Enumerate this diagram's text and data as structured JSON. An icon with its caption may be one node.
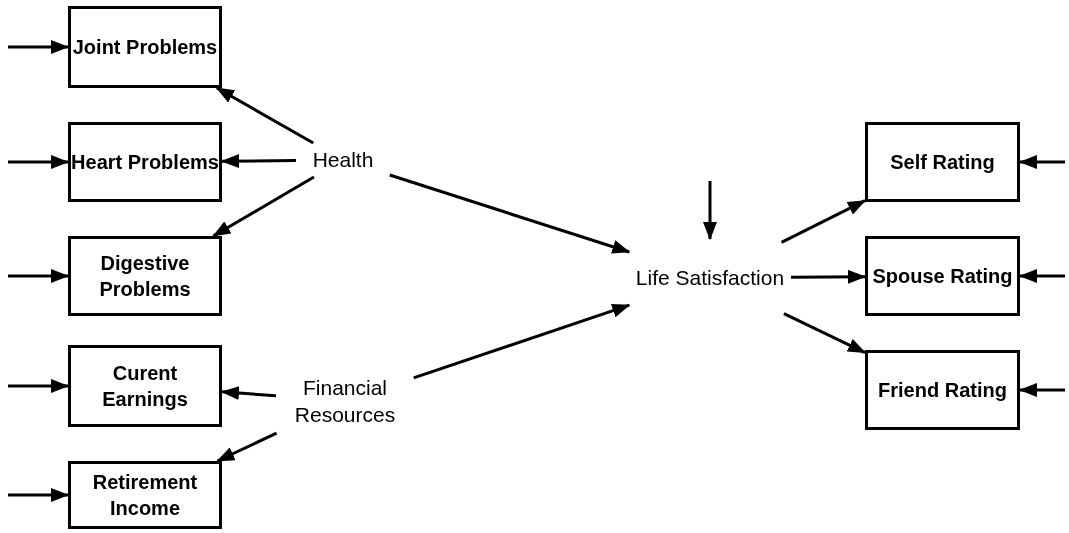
{
  "diagram": {
    "nodes": [
      {
        "text": [
          "Joint Problems"
        ]
      },
      {
        "text": [
          "Heart Problems"
        ]
      },
      {
        "text": [
          "Digestive Problems"
        ]
      },
      {
        "text": [
          "Curent Earnings"
        ]
      },
      {
        "text": [
          "Retirement Income"
        ]
      },
      {
        "text": [
          "Health"
        ]
      },
      {
        "text": [
          "Financial Resources"
        ]
      },
      {
        "text": [
          "Life Satisfaction"
        ]
      },
      {
        "text": [
          "Self Rating"
        ]
      },
      {
        "text": [
          "Spouse Rating"
        ]
      },
      {
        "text": [
          "Friend Rating"
        ]
      }
    ],
    "edges": [
      {
        "from": null,
        "to": 0,
        "arrow": "to"
      },
      {
        "from": null,
        "to": 1,
        "arrow": "to"
      },
      {
        "from": null,
        "to": 2,
        "arrow": "to"
      },
      {
        "from": null,
        "to": 3,
        "arrow": "to"
      },
      {
        "from": null,
        "to": 4,
        "arrow": "to"
      },
      {
        "from": 5,
        "to": 0,
        "arrow": "to"
      },
      {
        "from": 5,
        "to": 1,
        "arrow": "to"
      },
      {
        "from": 5,
        "to": 2,
        "arrow": "to"
      },
      {
        "from": 6,
        "to": 3,
        "arrow": "to"
      },
      {
        "from": 6,
        "to": 4,
        "arrow": "to"
      },
      {
        "from": 5,
        "to": 7,
        "arrow": "to"
      },
      {
        "from": 6,
        "to": 7,
        "arrow": "to"
      },
      {
        "from": null,
        "to": 7,
        "arrow": "to"
      },
      {
        "from": 7,
        "to": 8,
        "arrow": "to"
      },
      {
        "from": 7,
        "to": 9,
        "arrow": "to"
      },
      {
        "from": 7,
        "to": 10,
        "arrow": "to"
      },
      {
        "from": null,
        "to": 8,
        "arrow": "to"
      },
      {
        "from": null,
        "to": 9,
        "arrow": "to"
      },
      {
        "from": null,
        "to": 10,
        "arrow": "to"
      }
    ]
  }
}
